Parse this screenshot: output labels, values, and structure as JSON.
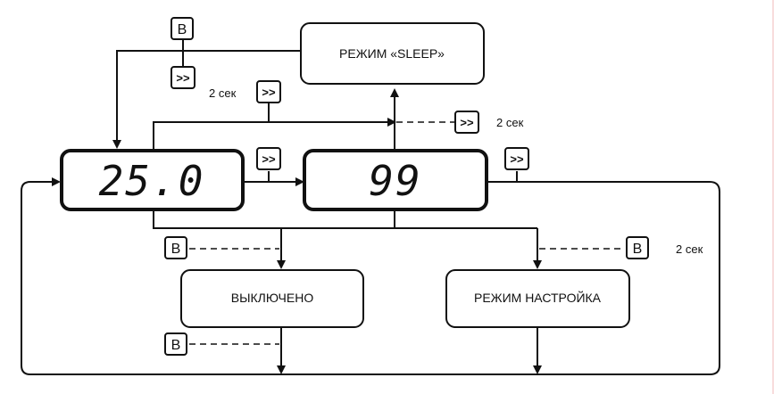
{
  "displays": {
    "temperature": "25.0",
    "value": "99"
  },
  "states": {
    "sleep": "РЕЖИМ «SLEEP»",
    "off": "ВЫКЛЮЧЕНО",
    "settings": "РЕЖИМ НАСТРОЙКА"
  },
  "keys": {
    "b": "B",
    "next": ">>"
  },
  "timings": {
    "sleep_hold": "2 сек",
    "exit_sleep_hold": "2 сек",
    "settings_hold": "2 сек"
  }
}
